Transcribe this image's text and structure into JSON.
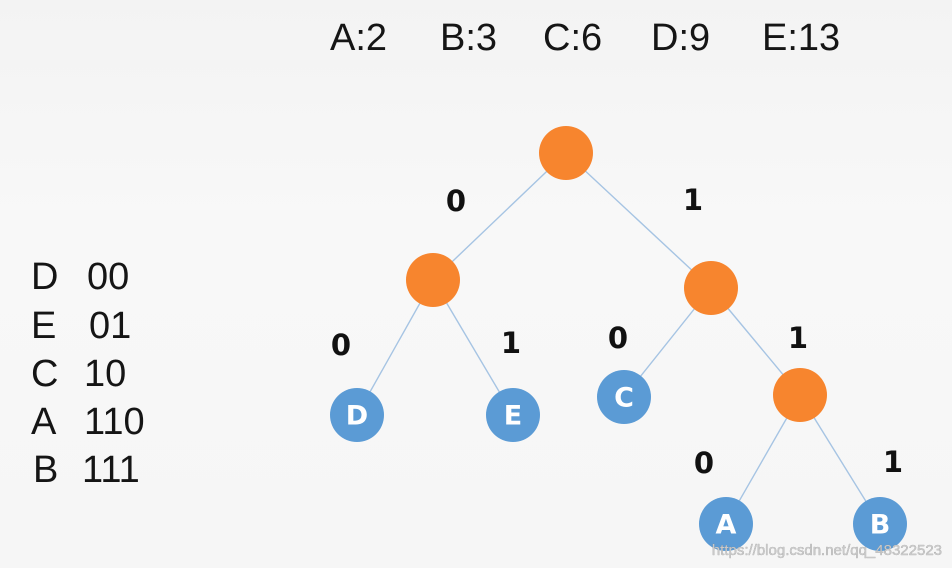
{
  "frequencies": [
    "A:2",
    "B:3",
    "C:6",
    "D:9",
    "E:13"
  ],
  "code_table": [
    {
      "symbol": "D",
      "code": "00"
    },
    {
      "symbol": "E",
      "code": "01"
    },
    {
      "symbol": "C",
      "code": "10"
    },
    {
      "symbol": "A",
      "code": "110"
    },
    {
      "symbol": "B",
      "code": "111"
    }
  ],
  "tree": {
    "root": {
      "left_bit": "0",
      "right_bit": "1",
      "left": {
        "left_bit": "0",
        "right_bit": "1",
        "left": {
          "leaf": "D"
        },
        "right": {
          "leaf": "E"
        }
      },
      "right": {
        "left_bit": "0",
        "right_bit": "1",
        "left": {
          "leaf": "C"
        },
        "right": {
          "left_bit": "0",
          "right_bit": "1",
          "left": {
            "leaf": "A"
          },
          "right": {
            "leaf": "B"
          }
        }
      }
    }
  },
  "colors": {
    "internal_node": "#f7852e",
    "leaf_node": "#5b9bd5",
    "edge": "#a6c4e3",
    "text": "#151515",
    "leaf_text": "#ffffff"
  },
  "watermark": "https://blog.csdn.net/qq_48322523"
}
